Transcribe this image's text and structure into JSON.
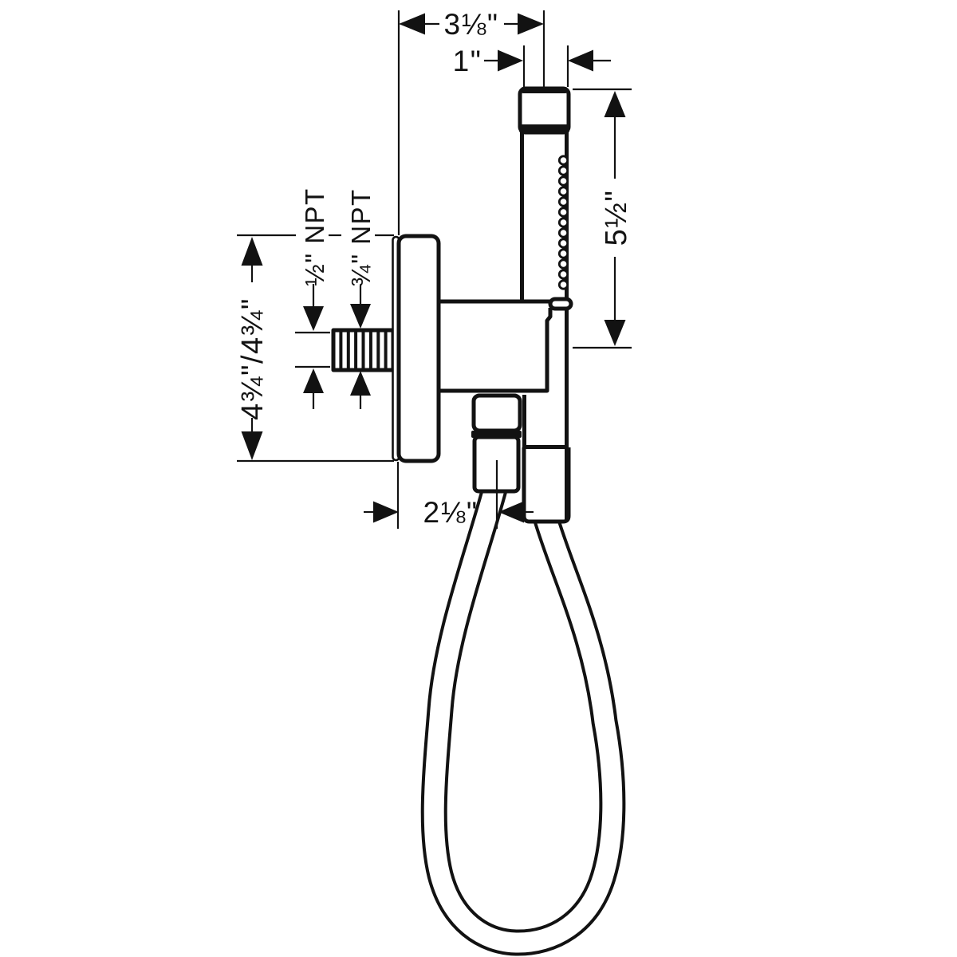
{
  "drawing": {
    "type": "product dimension drawing",
    "subject": "hand shower with wall outlet, holder and hose (side view)"
  },
  "dimensions": {
    "overall_width": "3⅛\"",
    "handshower_diameter": "1\"",
    "handshower_length": "5½\"",
    "supply_thread": "½\" NPT",
    "outlet_thread": "¾\" NPT",
    "escutcheon_extension": "4¾\"/4¾\"",
    "hose_offset": "2⅛\""
  },
  "colors": {
    "line": "#121212",
    "background": "#ffffff"
  }
}
